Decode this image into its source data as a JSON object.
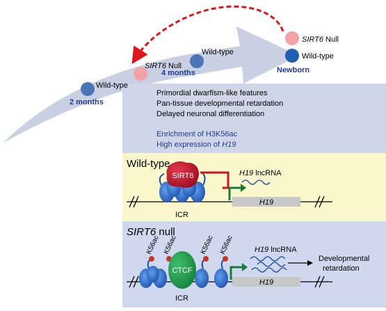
{
  "timeline": {
    "two_months": {
      "label": "Wild-type",
      "age": "2 months"
    },
    "four_months_null": {
      "gene": "SIRT6",
      "suffix": " Null"
    },
    "four_months_wt": {
      "label": "Wild-type",
      "age": "4 months"
    },
    "newborn": {
      "null_gene": "SIRT6",
      "null_suffix": " Null",
      "wt_label": "Wild-type",
      "age": "Newborn"
    }
  },
  "phenotype": {
    "lines": [
      "Primordial dwarfism-like features",
      "Pan-tissue developmental retardation",
      "Delayed neuronal differentiation"
    ],
    "molecular_1": "Enrichment of H3K56ac",
    "molecular_2_prefix": "High expression of ",
    "molecular_2_gene": "H19"
  },
  "wildtype_panel": {
    "title": "Wild-type",
    "protein": "SIRT6",
    "rna_gene": "H19",
    "rna_suffix": " lncRNA",
    "icr": "ICR",
    "gene_box": "H19"
  },
  "null_panel": {
    "title_gene": "SIRT6",
    "title_suffix": " null",
    "marks": [
      "K56ac",
      "K56ac",
      "K56ac",
      "K56ac"
    ],
    "ctcf": "CTCF",
    "rna_gene": "H19",
    "rna_suffix": " lncRNA",
    "outcome_1": "Developmental",
    "outcome_2": "retardation",
    "icr": "ICR",
    "gene_box": "H19"
  },
  "colors": {
    "arrow_band": "#c9d0e3",
    "timeline_panel": "#cfd6e8",
    "wt_panel": "#faf7cc",
    "null_panel": "#cfd8ee",
    "wt_dot": "#4a76b8",
    "null_dot": "#f2a3a8",
    "dashed_arrow": "#e0141c",
    "nucleosome": "#2f6fd0",
    "sirt6": "#c8102e",
    "ctcf": "#1c9a4a",
    "promoter_arrow": "#1a7a3a",
    "k56ac_dot": "#c0392b",
    "age_text": "#1f3a93",
    "molecular_text": "#1f3a93",
    "gene_box": "#c8c8c8"
  }
}
